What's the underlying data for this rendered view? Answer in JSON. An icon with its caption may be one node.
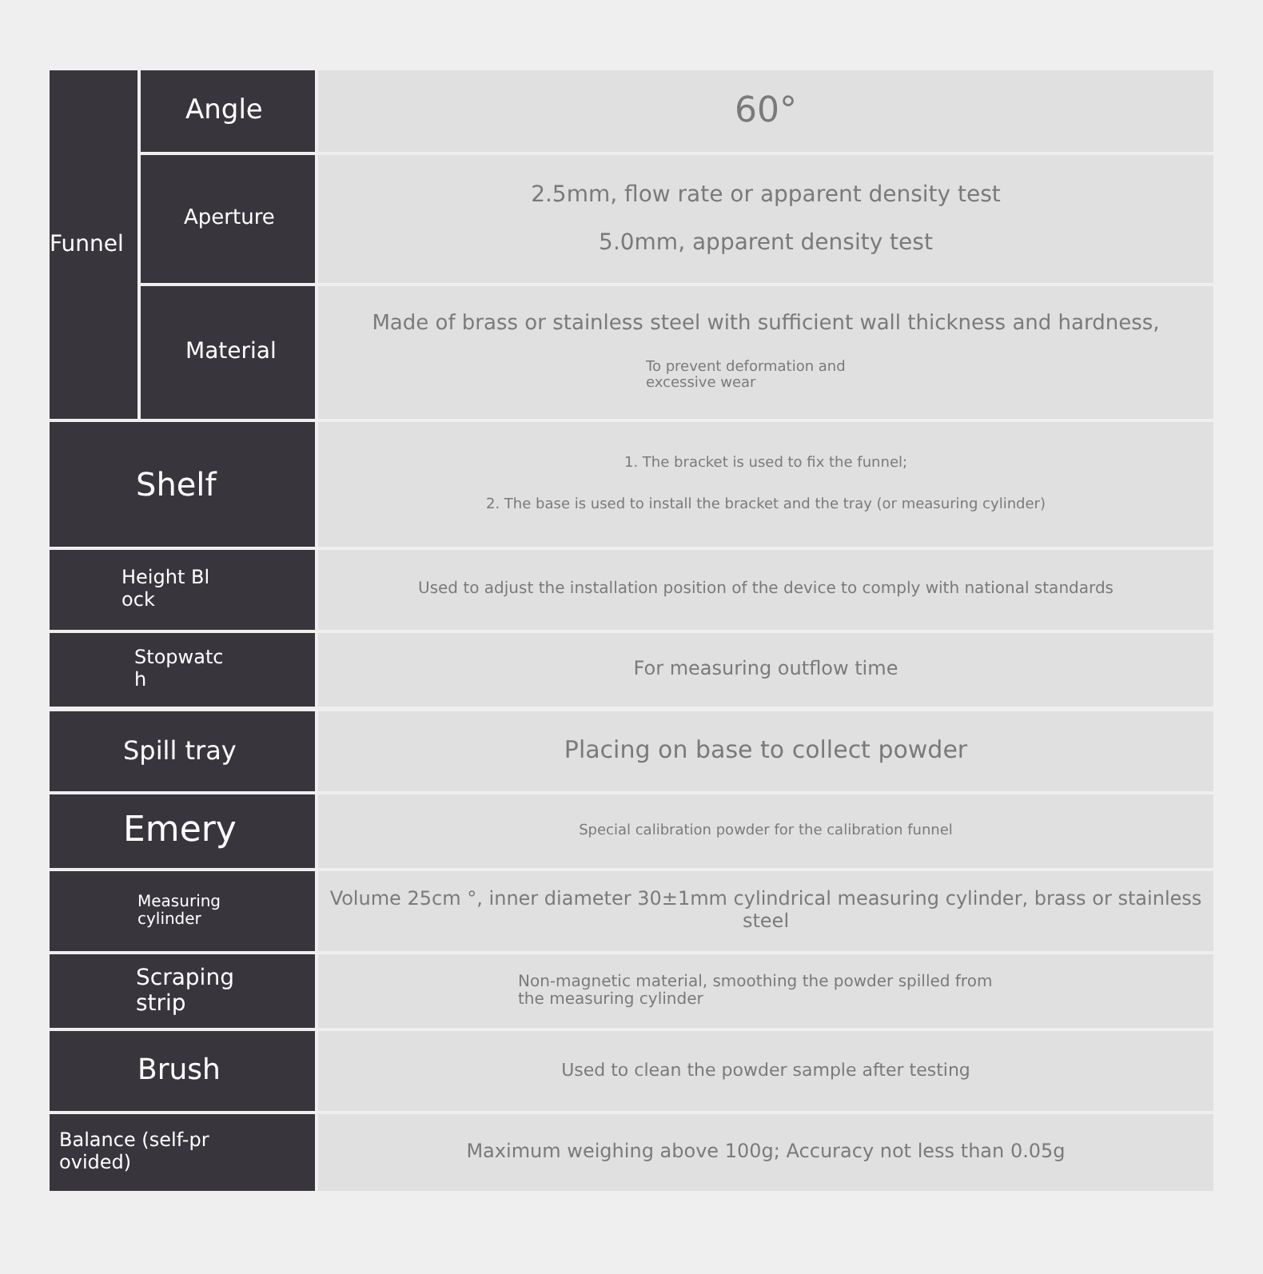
{
  "diagram": {
    "labels": [
      "Funnel",
      "Angle",
      "60°",
      "Aperture",
      "2.5mm, flow rate or apparent density test",
      "5.0mm, apparent density test",
      "Material",
      "Made of brass or stainless steel with sufficient wall thickness and hardness,",
      "To prevent deformation and excessive wear",
      "Shelf",
      "1. The bracket is used to fix the funnel;",
      "2. The base is used to install the bracket and the tray (or measuring cylinder)",
      "Height Block",
      "Used to adjust the installation position of the device to comply with national standards",
      "Stopwatch",
      "For measuring outflow time",
      "Spill tray",
      "Placing on base to collect powder",
      "Emery",
      "Special calibration powder for the calibration funnel",
      "Measuring cylinder",
      "Volume 25cm °, inner diameter 30±1mm cylindrical measuring cylinder, brass or stainless steel",
      "Scraping strip",
      "Non-magnetic material, smoothing the powder spilled from the measuring cylinder",
      "Brush",
      "Used to clean the powder sample after testing",
      "Balance (self-provided)",
      "Maximum weighing above 100g; Accuracy not less than 0.05g"
    ]
  }
}
